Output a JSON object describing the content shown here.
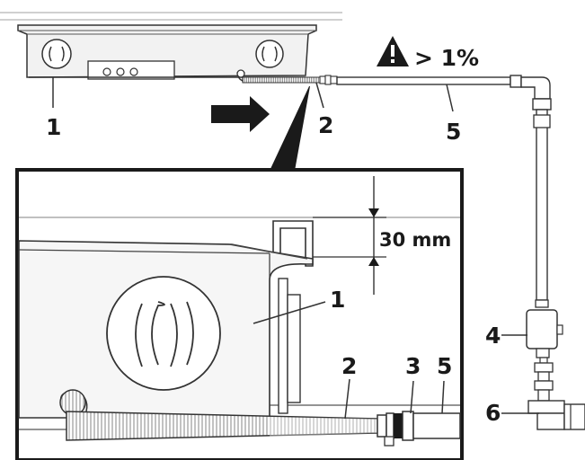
{
  "diagram": {
    "slope": {
      "text": "> 1%",
      "icon": "warning-triangle-icon"
    },
    "dimension": {
      "text": "30 mm"
    },
    "overview_labels": {
      "unit": "1",
      "hose": "2",
      "pipe": "5"
    },
    "detail_labels": {
      "unit": "1",
      "hose": "2",
      "clamp": "3",
      "pipe": "5"
    },
    "side_labels": {
      "trap": "4",
      "tee": "6"
    }
  }
}
